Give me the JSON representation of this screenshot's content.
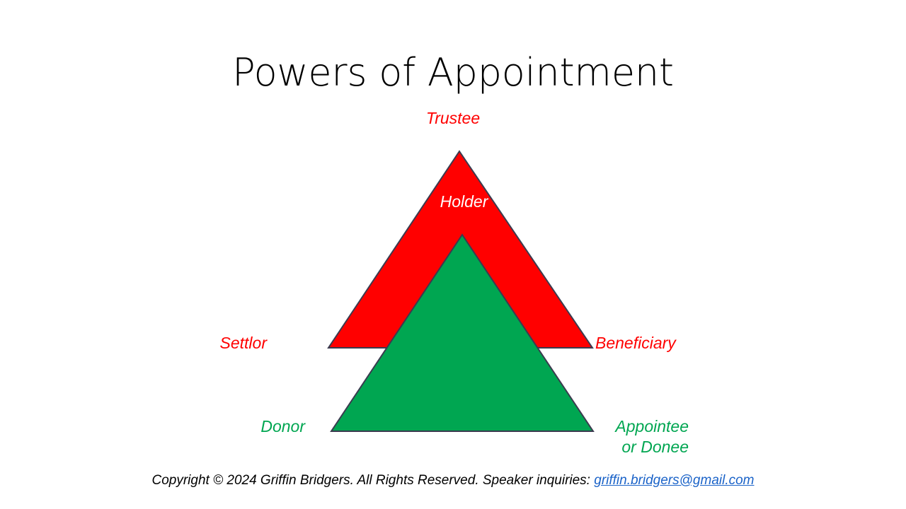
{
  "slide": {
    "title": "Powers of Appointment",
    "background_color": "#FFFFFF"
  },
  "diagram": {
    "type": "nested-triangles",
    "shapes": [
      {
        "name": "outer-triangle",
        "fill": "#FF0000",
        "outline": "#3B3B4F",
        "inner_label": "Holder",
        "inner_label_color": "#FFFFFF",
        "vertex_labels": {
          "apex": "Trustee",
          "bottom_left": "Settlor",
          "bottom_right": "Beneficiary"
        },
        "label_color": "#FF0000"
      },
      {
        "name": "inner-triangle",
        "fill": "#00A651",
        "outline": "#3B3B4F",
        "inner_label": "",
        "vertex_labels": {
          "apex": "",
          "bottom_left": "Donor",
          "bottom_right": "Appointee or Donee"
        },
        "label_color": "#00A651"
      }
    ]
  },
  "labels": {
    "trustee": "Trustee",
    "holder": "Holder",
    "settlor": "Settlor",
    "beneficiary": "Beneficiary",
    "donor": "Donor",
    "appointee": "Appointee or Donee"
  },
  "footer": {
    "text": "Copyright © 2024 Griffin Bridgers.  All Rights Reserved. Speaker inquiries: ",
    "email": "griffin.bridgers@gmail.com",
    "email_color": "#1B63C8"
  }
}
